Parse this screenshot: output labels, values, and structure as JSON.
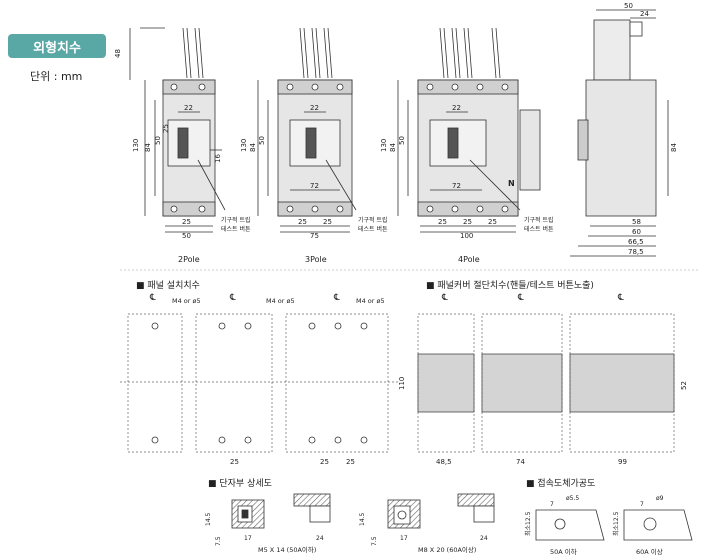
{
  "header": {
    "title": "외형치수",
    "unit": "단위 : mm"
  },
  "poles": {
    "p2": {
      "label": "2Pole",
      "width_dim": "50",
      "pitch": "25",
      "w22": "22",
      "h130": "130",
      "h84": "84",
      "h50": "50",
      "h25": "25",
      "h16": "16",
      "h48": "48"
    },
    "p3": {
      "label": "3Pole",
      "width_dim": "75",
      "pitch": "25",
      "w22": "22",
      "w72": "72",
      "h130": "130",
      "h84": "84",
      "h50": "50"
    },
    "p4": {
      "label": "4Pole",
      "width_dim": "100",
      "pitch": "25",
      "w22": "22",
      "w72": "72",
      "h130": "130",
      "h84": "84",
      "h50": "50",
      "n": "N"
    },
    "callout": {
      "line1": "기구적 트립",
      "line2": "테스트 버튼"
    }
  },
  "side": {
    "d50": "50",
    "d24": "24",
    "d84": "84",
    "d58": "58",
    "d60": "60",
    "d66": "66,5",
    "d78": "78,5"
  },
  "panel_mount": {
    "title": "■ 패널 설치치수",
    "hole_label": "M4 or ø5",
    "cl": "℄",
    "d25": "25",
    "d110": "110"
  },
  "panel_cut": {
    "title": "■ 패널커버 절단치수(핸들/테스트 버튼노출)",
    "d48": "48,5",
    "d74": "74",
    "d99": "99",
    "d52": "52"
  },
  "terminal": {
    "title": "■ 단자부 상세도",
    "d14": "14.5",
    "d75": "7.5",
    "d17": "17",
    "d24": "24",
    "cap1": "M5 X 14 (50A이하)",
    "cap2": "M8 X 20 (60A이상)"
  },
  "bar": {
    "title": "■ 접속도체가공도",
    "d7": "7",
    "max125": "최소12.5",
    "dia55": "ø5.5",
    "dia9": "ø9",
    "cap1": "50A 이하",
    "cap2": "60A 이상"
  }
}
